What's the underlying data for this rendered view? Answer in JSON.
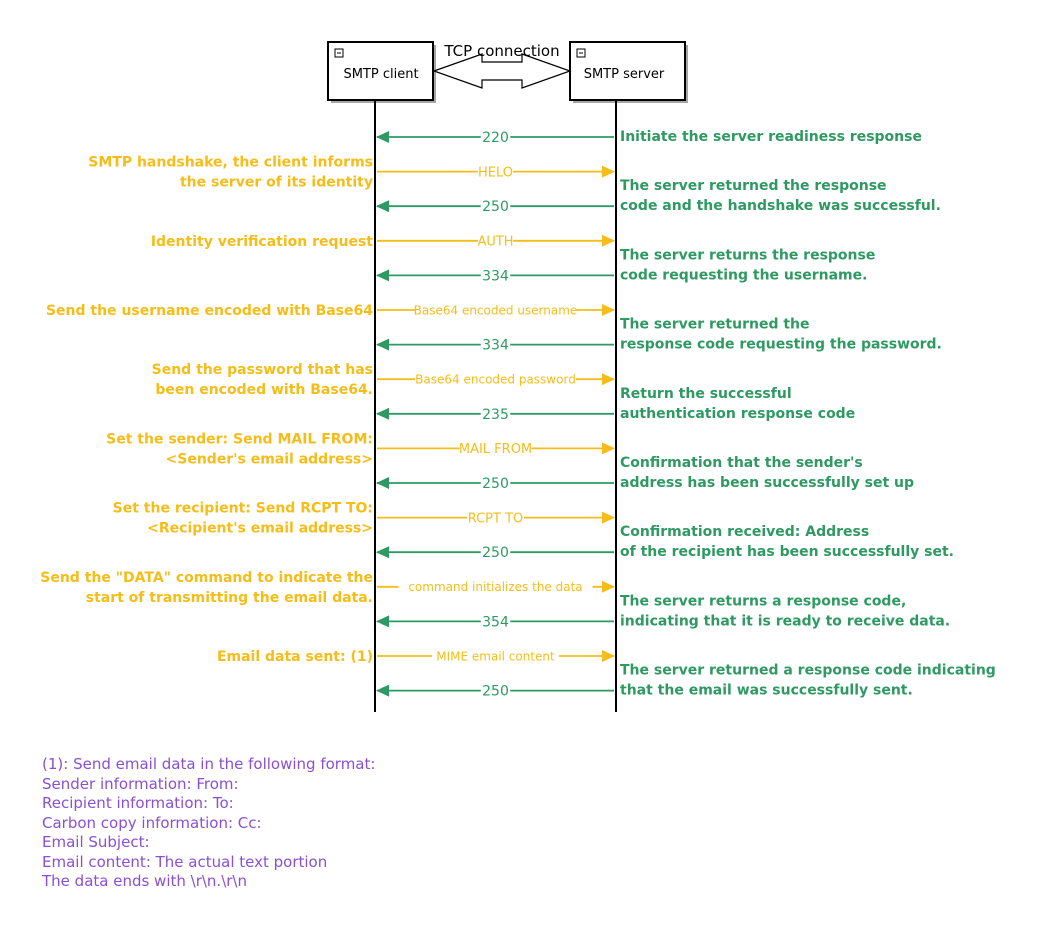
{
  "colors": {
    "client": "#f6bd19",
    "server": "#2e9a62",
    "note": "#8b4fd3",
    "lifeline": "#000000"
  },
  "participants": {
    "client": {
      "label": "SMTP client",
      "icon": "minus-box-icon"
    },
    "server": {
      "label": "SMTP server",
      "icon": "minus-box-icon"
    },
    "connection_label": "TCP connection"
  },
  "messages": [
    {
      "dir": "server_to_client",
      "label": "220",
      "server_text": [
        "Initiate the server readiness response"
      ]
    },
    {
      "dir": "client_to_server",
      "label": "HELO",
      "client_text": [
        "SMTP handshake, the client informs",
        "the server of its identity"
      ]
    },
    {
      "dir": "server_to_client",
      "label": "250",
      "server_text": [
        "The server returned the response",
        " code and the handshake was successful."
      ]
    },
    {
      "dir": "client_to_server",
      "label": "AUTH",
      "client_text": [
        "Identity verification request"
      ]
    },
    {
      "dir": "server_to_client",
      "label": "334",
      "server_text": [
        "The server returns the response",
        " code requesting the username."
      ]
    },
    {
      "dir": "client_to_server",
      "label": "Base64 encoded username",
      "client_text": [
        "Send the username encoded with Base64"
      ]
    },
    {
      "dir": "server_to_client",
      "label": "334",
      "server_text": [
        "The server returned the",
        "response code requesting the password."
      ]
    },
    {
      "dir": "client_to_server",
      "label": "Base64 encoded password",
      "client_text": [
        "Send the password that has",
        "been encoded with Base64."
      ]
    },
    {
      "dir": "server_to_client",
      "label": "235",
      "server_text": [
        "Return the successful",
        "authentication response code"
      ]
    },
    {
      "dir": "client_to_server",
      "label": "MAIL FROM",
      "client_text": [
        "Set the sender: Send MAIL FROM:",
        "<Sender's email address>"
      ]
    },
    {
      "dir": "server_to_client",
      "label": "250",
      "server_text": [
        "Confirmation that the sender's",
        "address has been successfully set up"
      ]
    },
    {
      "dir": "client_to_server",
      "label": "RCPT TO",
      "client_text": [
        "Set the recipient: Send RCPT TO:",
        "<Recipient's email address>"
      ]
    },
    {
      "dir": "server_to_client",
      "label": "250",
      "server_text": [
        "Confirmation received: Address",
        "of the recipient has been successfully set."
      ]
    },
    {
      "dir": "client_to_server",
      "label": "command initializes the data",
      "client_text": [
        "Send the \"DATA\" command to indicate the",
        "start of transmitting the email data."
      ]
    },
    {
      "dir": "server_to_client",
      "label": "354",
      "server_text": [
        "The server returns a response code,",
        " indicating that it is ready to receive data."
      ]
    },
    {
      "dir": "client_to_server",
      "label": "MIME email content",
      "client_text": [
        "Email data sent: (1)"
      ]
    },
    {
      "dir": "server_to_client",
      "label": "250",
      "server_text": [
        "The server returned a response code indicating",
        "that the email was successfully sent."
      ]
    }
  ],
  "notes": [
    "(1): Send email data in the following format:",
    "Sender information: From:",
    "Recipient information: To:",
    "Carbon copy information: Cc:",
    "Email Subject:",
    "Email content: The actual text portion",
    "The data ends with \\r\\n.\\r\\n"
  ]
}
